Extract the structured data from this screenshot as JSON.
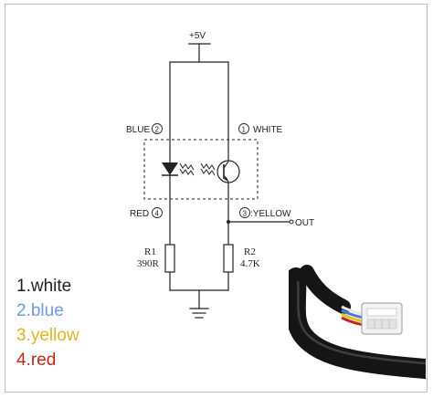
{
  "schematic": {
    "supply_label": "+5V",
    "pin_blue_label": "BLUE",
    "pin_blue_number": "2",
    "pin_white_label": "WHITE",
    "pin_white_number": "1",
    "pin_red_label": "RED",
    "pin_red_number": "4",
    "pin_yellow_label": ":YELLOW",
    "pin_yellow_number": "3",
    "output_label": "OUT",
    "resistor1_name": "R1",
    "resistor1_value": "390R",
    "resistor2_name": "R2",
    "resistor2_value": "4.7K"
  },
  "legend": [
    {
      "text": "1.white",
      "color": "#222222"
    },
    {
      "text": "2.blue",
      "color": "#6f9be0"
    },
    {
      "text": "3.yellow",
      "color": "#e0b520"
    },
    {
      "text": "4.red",
      "color": "#c8261a"
    }
  ],
  "colors": {
    "wire": "#222222",
    "photo_cable": "#151515",
    "connector": "#f2f2f2"
  }
}
